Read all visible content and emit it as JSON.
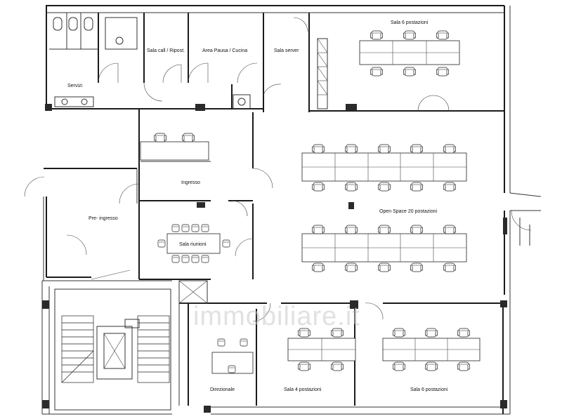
{
  "rooms": {
    "servizi": "Servizi",
    "sala_call": "Sala call / Ripost.",
    "area_pausa": "Area Pausa / Cucina",
    "sala_server": "Sala server",
    "sala_6_top": "Sala 6 postazioni",
    "ingresso": "Ingresso",
    "pre_ingresso": "Pre- ingresso",
    "sala_riunioni": "Sala riunioni",
    "open_space": "Open Space 20 postazioni",
    "direzionale": "Direzionale",
    "sala_4": "Sala 4 postazioni",
    "sala_6_bottom": "Sala 6 postazioni"
  },
  "watermark": "immobiliare.it"
}
